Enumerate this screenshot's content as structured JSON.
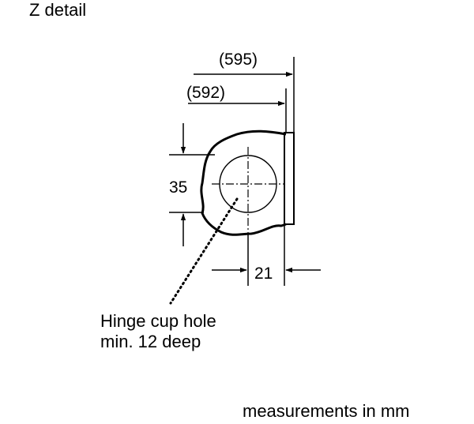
{
  "title": "Z detail",
  "dimensions": {
    "width_outer": "(595)",
    "width_inner": "(592)",
    "hole_height": "35",
    "hinge_offset": "21"
  },
  "note": {
    "line1": "Hinge cup hole",
    "line2": "min. 12 deep"
  },
  "footer": "measurements in mm"
}
